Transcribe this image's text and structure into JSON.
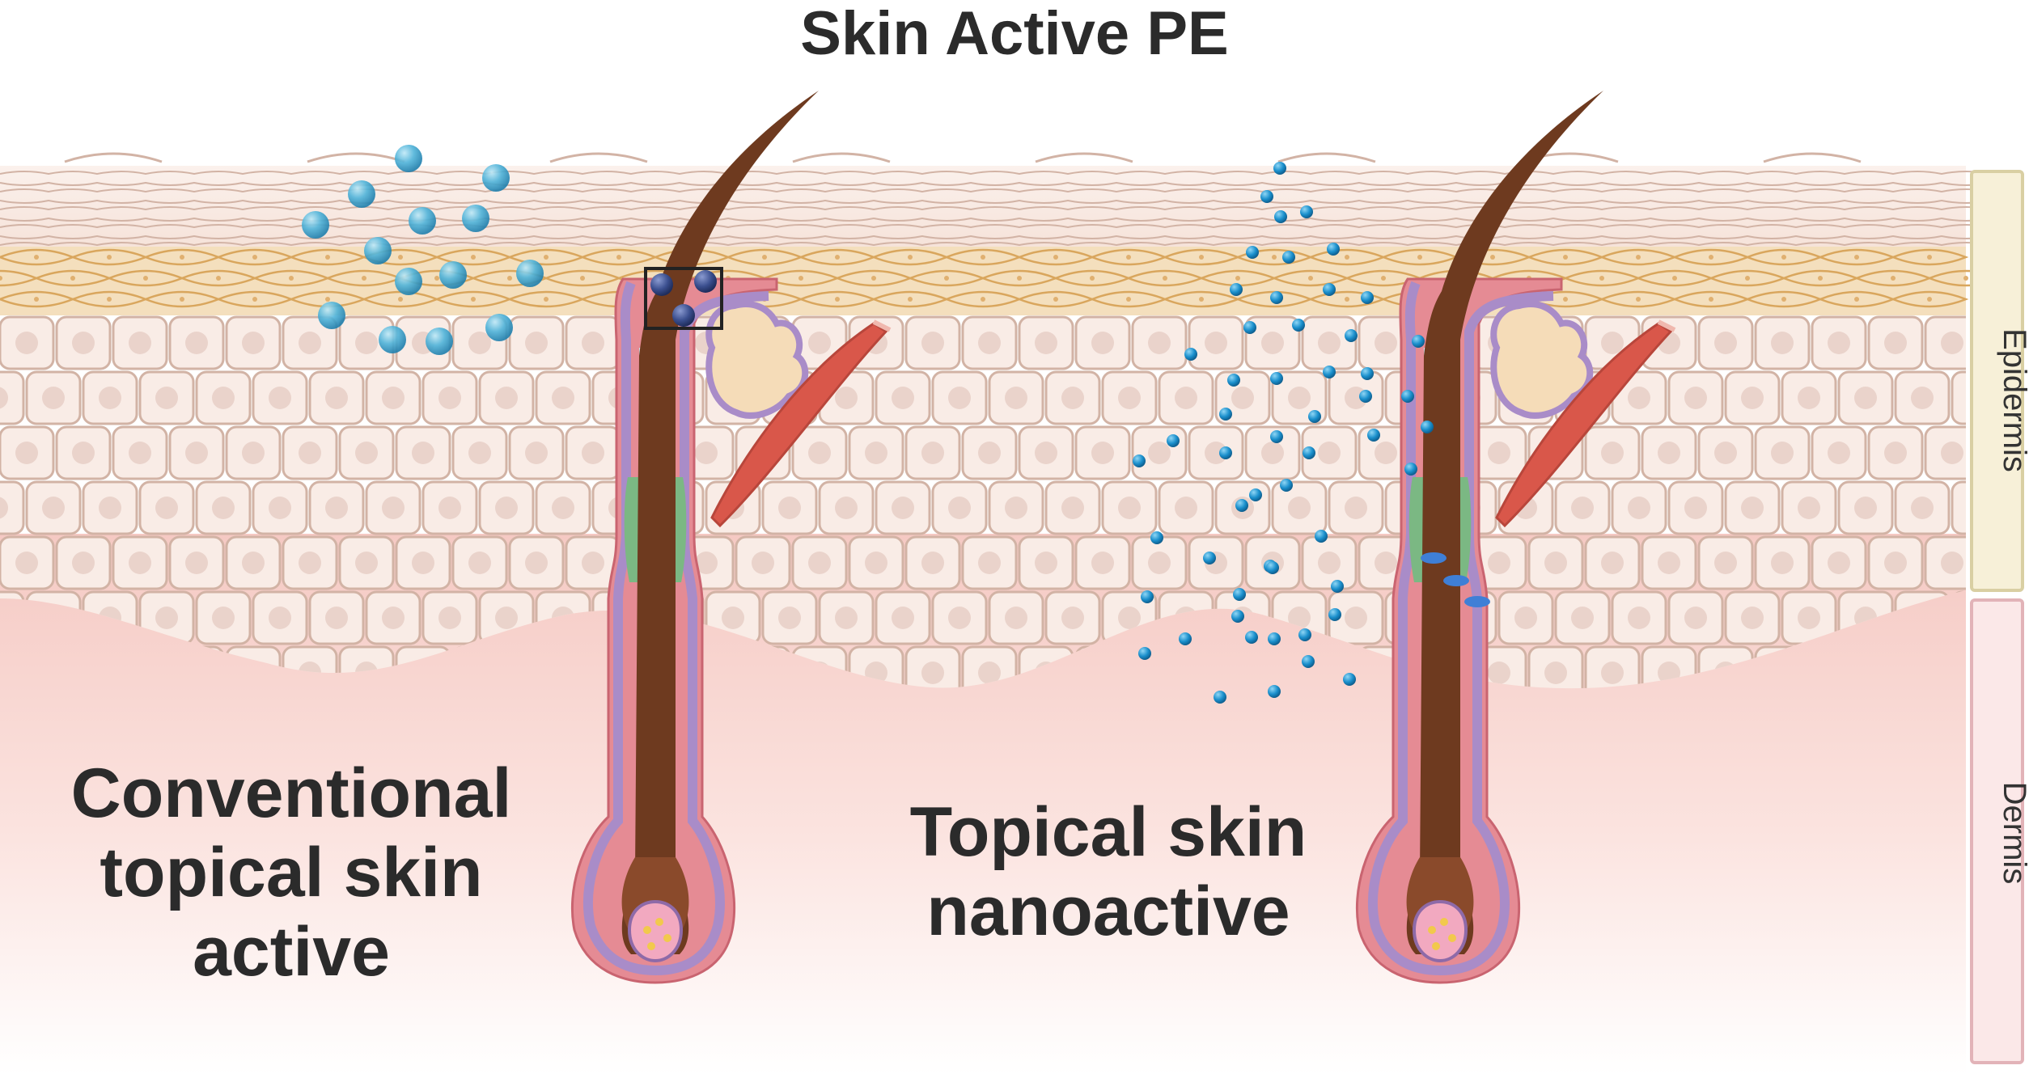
{
  "title": "Skin Active PE",
  "labels": {
    "left": "Conventional topical skin active",
    "right": "Topical skin nanoactive"
  },
  "layers": {
    "epidermis": "Epidermis",
    "dermis": "Dermis"
  },
  "colors": {
    "dermis": "#f7d9d4",
    "cell_fill": "#f9ece6",
    "cell_stroke": "#d2b3a5",
    "granular_band": "#f4dfbd",
    "granular_stroke": "#d9a65d",
    "hair": "#6e3a1f",
    "follicle_outer": "#e58b94",
    "follicle_purple": "#a98cc8",
    "sebaceous": "#f5dcb8",
    "muscle": "#d9574a",
    "large_particle": "#4fb3d9",
    "nano_particle": "#1a8fcc",
    "dark_particle": "#3b4f8f",
    "epidermis_bar": "#f7f0d8",
    "dermis_bar": "#fbe8e8"
  }
}
